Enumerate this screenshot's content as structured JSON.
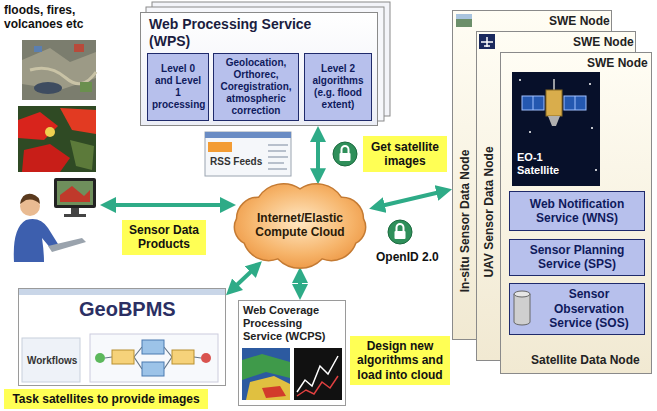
{
  "diagram": {
    "nodes": [
      {
        "text": [
          "Web Processing Service (WPS)"
        ]
      },
      {
        "text": [
          "Level 0 and Level 1 processing"
        ],
        "in": 0
      },
      {
        "text": [
          "Geolocation, Orthorec, Coregistration, atmospheric correction"
        ],
        "in": 0
      },
      {
        "text": [
          "Level 2 algorithms (e.g. flood extent)"
        ],
        "in": 0
      },
      {
        "text": [
          "SWE Node",
          "In-situ Sensor Data Node"
        ]
      },
      {
        "text": [
          "SWE Node",
          "UAV Sensor Data Node"
        ]
      },
      {
        "text": [
          "SWE Node",
          "EO-1 Satellite",
          "Satellite Data Node"
        ]
      },
      {
        "text": [
          "Web Notification Service (WNS)"
        ],
        "in": 6
      },
      {
        "text": [
          "Sensor Planning Service (SPS)"
        ],
        "in": 6
      },
      {
        "text": [
          "Sensor Observation Service (SOS)"
        ],
        "in": 6
      },
      {
        "text": [
          "Get satellite images"
        ]
      },
      {
        "text": [
          "Internet/Elastic Compute Cloud"
        ]
      },
      {
        "text": [
          "Sensor Data Products"
        ]
      },
      {
        "text": [
          "GeoBPMS",
          "Workflows"
        ]
      },
      {
        "text": [
          "Web Coverage Processing Service (WCPS)"
        ]
      },
      {
        "text": [
          "Design new algorithms and load into cloud"
        ]
      },
      {
        "text": [
          "Task satellites to provide images"
        ]
      }
    ],
    "edges": [
      {
        "from": 11,
        "to": 0,
        "arrow": "both"
      },
      {
        "from": 11,
        "to": 4,
        "arrow": "both"
      },
      {
        "from": 11,
        "to": 13,
        "arrow": "both"
      },
      {
        "from": 11,
        "to": 14,
        "arrow": "both"
      }
    ],
    "labels": [
      "floods, fires, volcanoes etc",
      "RSS Feeds",
      "OpenID 2.0"
    ]
  }
}
